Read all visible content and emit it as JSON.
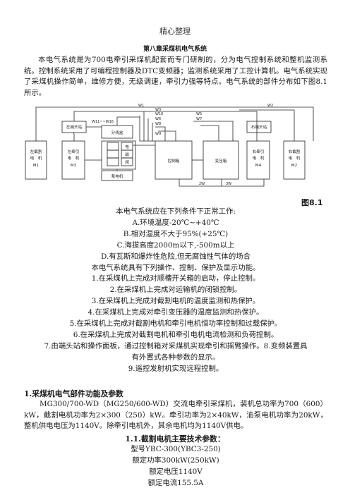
{
  "header": "精心整理",
  "chapter_title": "第八章采煤机电气系统",
  "intro": "本电气系统是为700电牵引采煤机配套而专门研制的，分为电气控制系统和整机监测系统。控制系统采用了可编程控制器及DTC变频器；监测系统采用了工控计算机。电气系统实现了采煤机操作简单，维修方便，无级调速，牵引力强等特点。电气系统的部件分布如下图8.1所示。",
  "diagram": {
    "wires": [
      "W1",
      "W2",
      "W3",
      "W10",
      "W5",
      "W6",
      "W7",
      "W8",
      "W9",
      "W11~~W16",
      "2W",
      "3W"
    ],
    "boxes": {
      "left_cutter_motor": [
        "左截割",
        "电　机",
        "M1"
      ],
      "left_end_station": "左端头站",
      "left_traction_motor": [
        "左牵引",
        "电　机",
        "M3"
      ],
      "distribution_box": "分线盒",
      "box_small_1": "电",
      "box_small_2": "磁",
      "box_small_3": "阀",
      "pump_motor": "泵电机",
      "control_box": "控制箱",
      "transformer_box": "变压箱",
      "right_traction_motor": [
        "右牵引",
        "电　机",
        "M4"
      ],
      "right_end_station": "右端头站",
      "right_cutter_motor": [
        "右截割",
        "电　机",
        "M2"
      ]
    }
  },
  "figure_label": "图8.1",
  "conditions": [
    "本电气系统应在下列条件下正常工作:",
    "A.环境温度-20℃~+40℃",
    "B.相对湿度不大于95%(+25℃)",
    "C.海拔高度2000m以下,-500m以上",
    "D.有瓦斯和爆炸性危险,但无腐蚀性气体的场合",
    "本电气系统具有下列操作、控制、保护及显示功能。",
    "1.在采煤机上完成对顺槽开关箱的启动，停止控制。",
    "2.在采煤机上完成对运输机的闭锁控制。",
    "3.在采煤机上完成对截割电机的温度监测和热保护。",
    "4.在采煤机上完成对牵引变压器的温度监测和热保护。",
    "5.在采煤机上完成对截割电机和牵引电机恒功率控制和过载保护。",
    "6.在采煤机上完成对截割电机和牵引电机电流检测和负荷控制。",
    "7.由端头站和操作面板，通过控制箱对采煤机实现牵引和摇臂操作。8.变频装置具",
    "有外置式各种参数的显示。",
    "9.遥控发射机实现远程控制。"
  ],
  "section1_title": "1.采煤机电气部件功能及参数",
  "section1_body": "MG300/700-WD（MG250/600-WD）交流电牵引采煤机，装机总功率为700（600）kW，截割电机功率为2×300（250）kW。牵引功率为2×40kW，油泵电机功率为20kW，整机供电电压为1140V。除牵引电机外，其余电机均为1140V供电。",
  "section11_title": "1.1.截割电机主要技术参数：",
  "specs": [
    "型号YBC-300(YBC3-250)",
    "额定功率300kW(250kW)",
    "额定电压1140V",
    "额定电流155.5A"
  ]
}
